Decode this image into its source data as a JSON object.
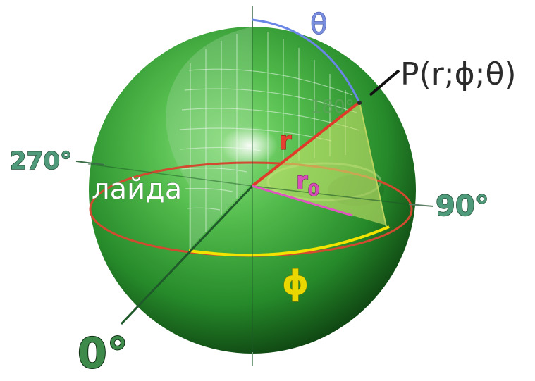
{
  "labels": {
    "theta": "θ",
    "point": "P(r;ϕ;θ)",
    "r": "r",
    "r0_base": "r",
    "r0_sub": "0",
    "phi": "ϕ",
    "deg_180": "180°",
    "deg_270": "270°",
    "deg_90": "90°",
    "deg_0": "0°",
    "overlay_text": "лайда"
  },
  "colors": {
    "sphere_light": "#6fd26a",
    "sphere_mid": "#2f9a32",
    "sphere_dark": "#0d3f10",
    "theta_arc": "#6a86e6",
    "theta_label": "#7a8ee0",
    "r_line": "#e03a2a",
    "r_label": "#e64030",
    "r0_line": "#e056c0",
    "r0_label": "#d84fb8",
    "phi_arc": "#f2e400",
    "phi_label": "#e8d800",
    "equator": "#d24a30",
    "triangle_fill": "#c8e26a",
    "axis": "#1f5a2a",
    "point_label": "#2b2b2b"
  }
}
